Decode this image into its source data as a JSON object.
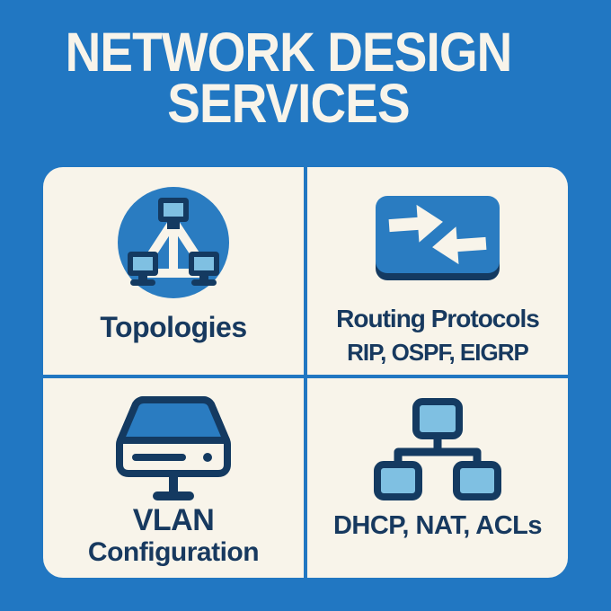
{
  "title": {
    "line1": "NETWORK DESIGN",
    "line2": "SERVICES"
  },
  "cards": [
    {
      "id": "topologies",
      "icon": "network-topology-icon",
      "label": "Topologies"
    },
    {
      "id": "routing-protocols",
      "icon": "switch-arrows-icon",
      "label": "Routing Protocols",
      "sublabel": "RIP, OSPF, EIGRP"
    },
    {
      "id": "vlan-configuration",
      "icon": "switch-device-icon",
      "label": "VLAN",
      "sublabel": "Configuration"
    },
    {
      "id": "dhcp-nat-acls",
      "icon": "network-tree-icon",
      "label": "DHCP, NAT, ACLs"
    }
  ],
  "colors": {
    "background_blue": "#2177c2",
    "background_blue_edge": "#1d6fb5",
    "card_cream": "#f8f4ea",
    "navy_text": "#17395f",
    "icon_blue": "#2a7cc1",
    "icon_light_blue": "#7fc0e2",
    "icon_navy": "#143a61"
  }
}
